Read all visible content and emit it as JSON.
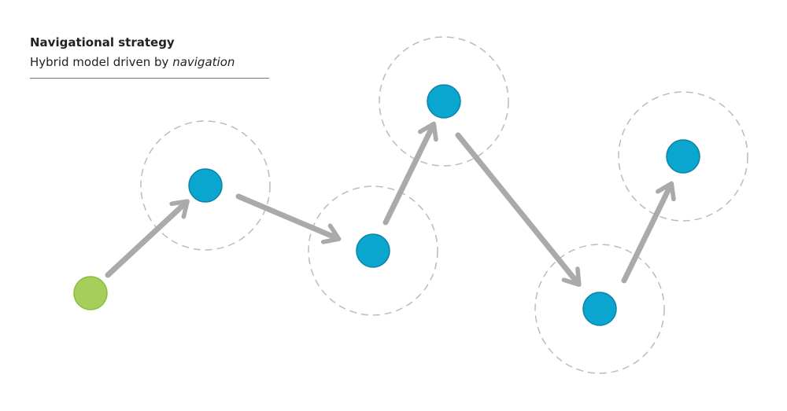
{
  "header": {
    "title": "Navigational strategy",
    "subtitle_prefix": "Hybrid model driven by ",
    "subtitle_emphasis": "navigation"
  },
  "colors": {
    "start_node": "#a5cf5a",
    "start_node_stroke": "#8bbd3f",
    "node": "#0aa6cf",
    "node_stroke": "#0b84a6",
    "arrow": "#aaaaaa",
    "halo": "#bbbbbb"
  },
  "diagram": {
    "start": "start-node",
    "nodes": [
      "node-1",
      "node-2",
      "node-3",
      "node-4",
      "node-5"
    ],
    "arrows": [
      {
        "from": "start-node",
        "to": "node-1"
      },
      {
        "from": "node-1",
        "to": "node-2"
      },
      {
        "from": "node-2",
        "to": "node-3"
      },
      {
        "from": "node-3",
        "to": "node-4"
      },
      {
        "from": "node-4",
        "to": "node-5"
      }
    ]
  }
}
